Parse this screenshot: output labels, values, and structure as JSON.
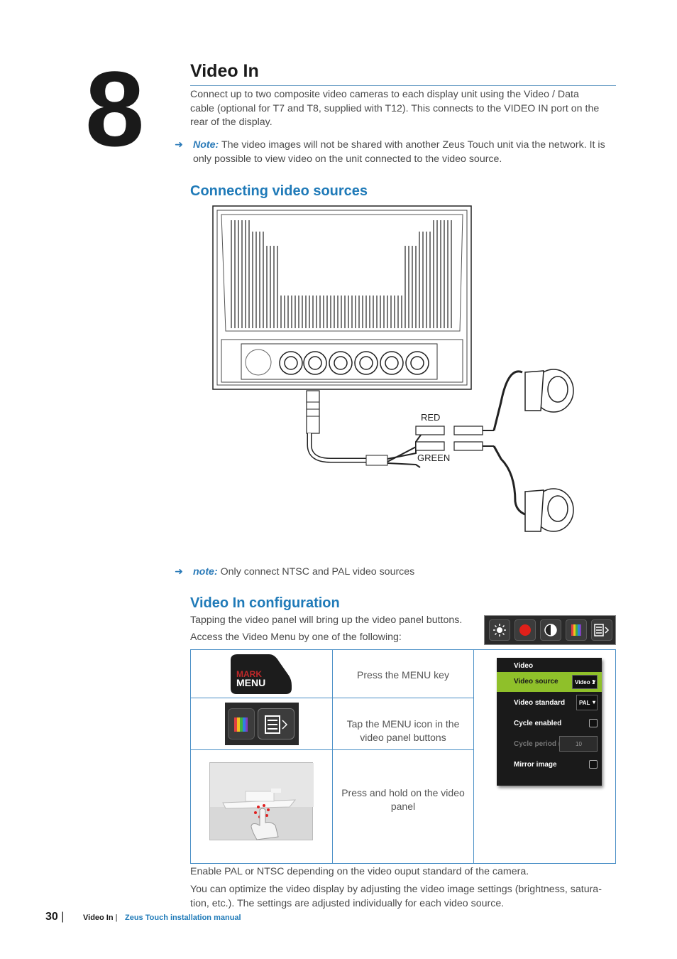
{
  "chapter": {
    "number": "8",
    "title": "Video In"
  },
  "intro": {
    "line1": "Connect up to two composite video cameras to each display unit using the Video / Data",
    "line2": "cable (optional for T7 and T8, supplied with T12). This connects to the VIDEO IN port on the",
    "line3": "rear of the display."
  },
  "note1": {
    "label": "Note:",
    "line1": " The video images will not be shared with another Zeus Touch unit via the network. It is",
    "line2": "only possible to view video on the unit connected to the video source."
  },
  "section1": {
    "heading": "Connecting video sources"
  },
  "diagram": {
    "label_red": "RED",
    "label_green": "GREEN"
  },
  "note2": {
    "label": "note:",
    "text": " Only connect NTSC and PAL video sources"
  },
  "section2": {
    "heading": "Video In configuration",
    "line1": "Tapping the video panel will bring up the video panel buttons.",
    "line2": "Access the Video Menu by one of the following:"
  },
  "table": {
    "rows": [
      {
        "key_top": "MARK",
        "key_bottom": "MENU",
        "text1": "Press the MENU key",
        "text2": ""
      },
      {
        "text1": "Tap the MENU icon in the",
        "text2": "video panel buttons"
      },
      {
        "text1": "Press and hold on the video",
        "text2": "panel"
      }
    ]
  },
  "video_menu": {
    "title": "Video",
    "video_source": "Video source",
    "video_source_value": "Video 1",
    "video_standard": "Video standard",
    "video_standard_value": "PAL",
    "cycle_enabled": "Cycle enabled",
    "cycle_period": "Cycle period (s)",
    "cycle_period_value": "10",
    "mirror_image": "Mirror image"
  },
  "closing": {
    "line1": "Enable PAL or NTSC depending on the video ouput standard of the camera.",
    "line2": "You can optimize the video display by adjusting the video image settings (brightness, satura-",
    "line3": "tion, etc.). The settings are adjusted individually for each video source."
  },
  "footer": {
    "page": "30",
    "separator": "|",
    "section": "Video In",
    "manual_sep": "|",
    "manual": "Zeus Touch installation manual"
  },
  "colors": {
    "accent_blue": "#1f7ab8",
    "menu_highlight": "#8fc02a"
  }
}
